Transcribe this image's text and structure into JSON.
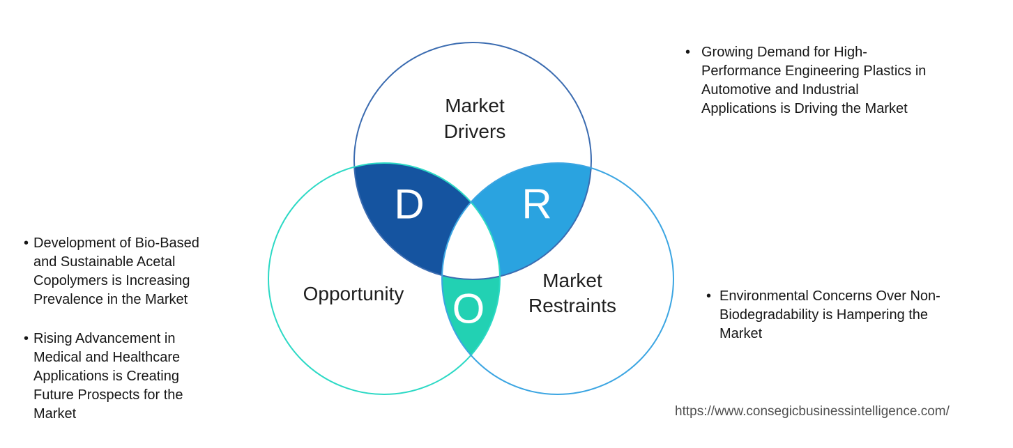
{
  "venn": {
    "drivers": {
      "label": "Market\nDrivers",
      "letter": "D",
      "fill": "#1554a0",
      "stroke": "#3a6bb0"
    },
    "restraints": {
      "label": "Market\nRestraints",
      "letter": "R",
      "fill": "#2aa3e0",
      "stroke": "#3ba5e2"
    },
    "opportunity": {
      "label": "Opportunity",
      "letter": "O",
      "fill": "#22d1b3",
      "stroke": "#2cd9c5"
    },
    "center_fill": "#ffffff"
  },
  "left_bullets": [
    {
      "text": "Development of Bio-Based\nand Sustainable Acetal\nCopolymers is Increasing\nPrevalence in the Market"
    },
    {
      "text": "Rising Advancement in\nMedical and Healthcare\nApplications is Creating\nFuture Prospects for the\nMarket"
    }
  ],
  "right_bullets": [
    {
      "text": "Growing Demand for High-\nPerformance Engineering Plastics in\nAutomotive and Industrial\nApplications is Driving the Market"
    },
    {
      "text": "Environmental Concerns Over Non-\nBiodegradability is Hampering the\nMarket"
    }
  ],
  "footer": {
    "url": "https://www.consegicbusinessintelligence.com/"
  }
}
